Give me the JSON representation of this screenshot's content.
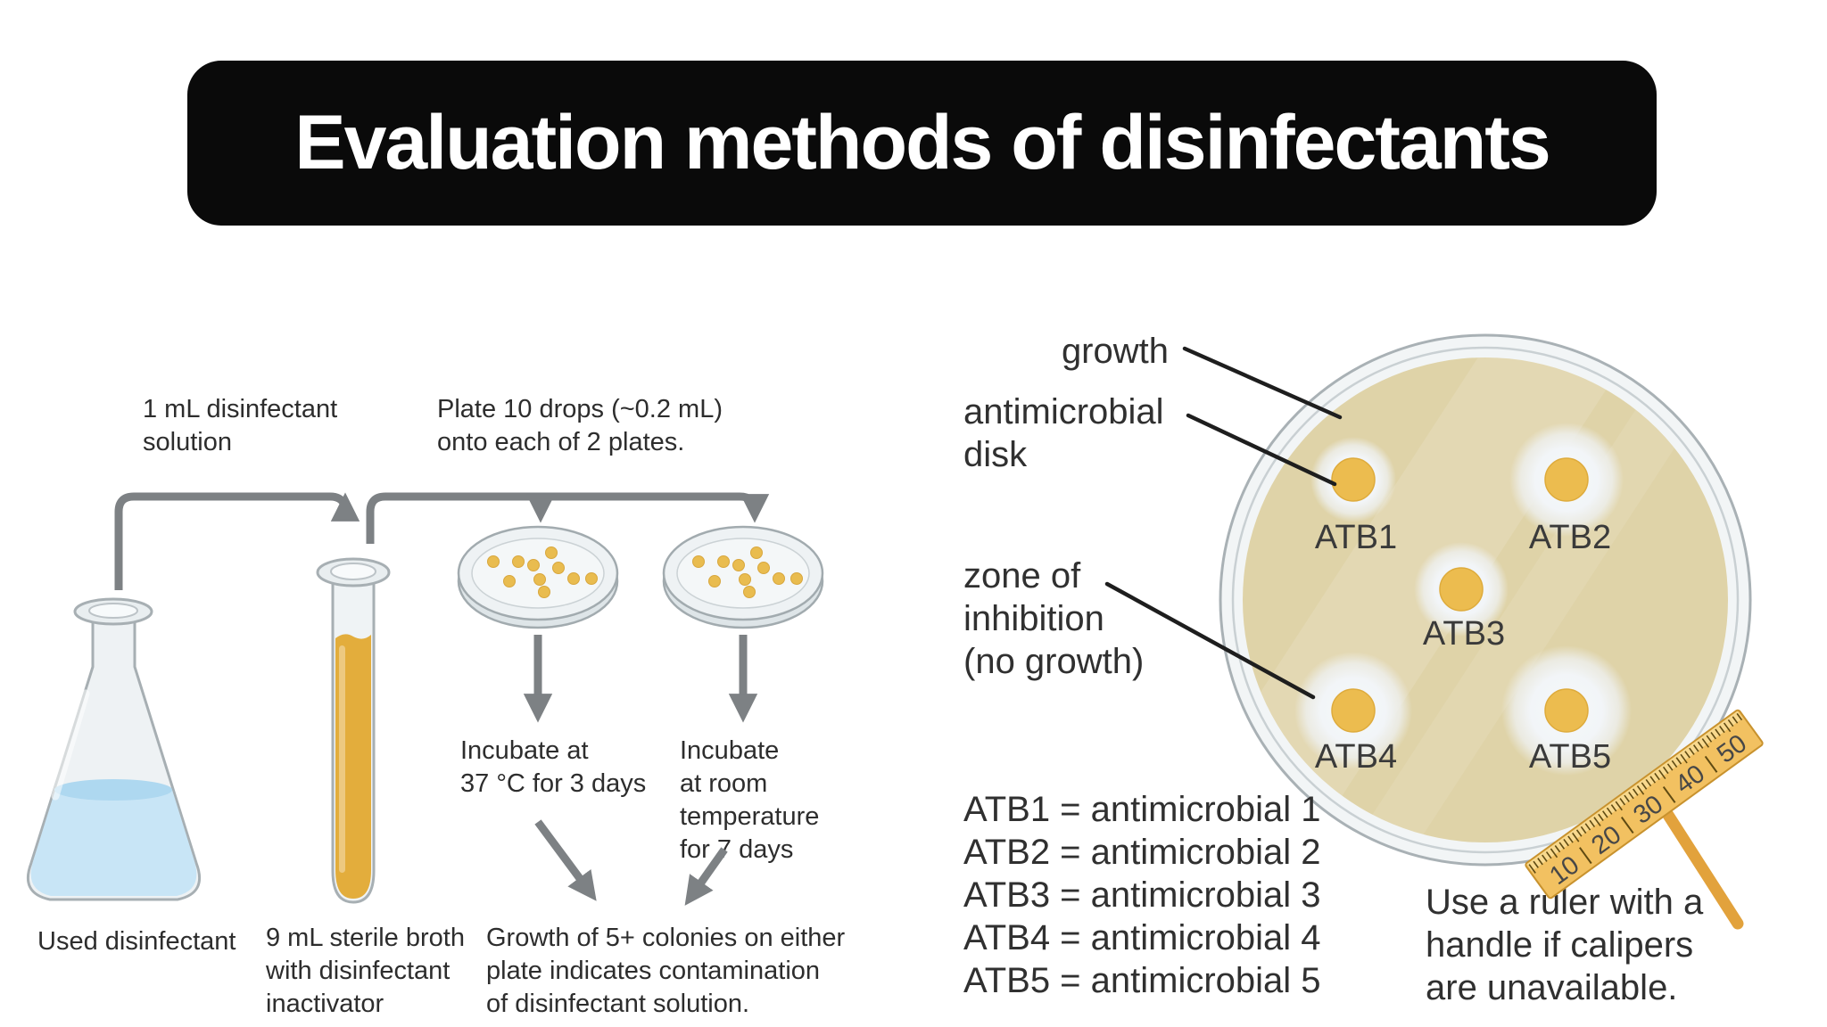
{
  "title": "Evaluation methods of disinfectants",
  "colors": {
    "title_bg": "#0a0a0a",
    "title_text": "#ffffff",
    "arrow_gray": "#7d8184",
    "callout_black": "#1e1e1e",
    "agar_tan": "#dfd3a8",
    "inhibition_zone": "#f3f6f9",
    "antimicrobial_disk": "#ecbc4f",
    "colony_yellow": "#e9bc4f",
    "broth_amber": "#e3ad3c",
    "disinfectant_blue": "#c8e5f6",
    "glass_gray": "#a7afb3",
    "ruler_orange": "#f2c161"
  },
  "use_dilution_test": {
    "disinfectant_transfer_label": "1 mL disinfectant\nsolution",
    "plate_drops_label": "Plate 10 drops (~0.2 mL)\nonto each of 2 plates.",
    "flask_caption": "Used disinfectant",
    "tube_caption": "9 mL sterile broth\nwith disinfectant\ninactivator",
    "incubation_plate1": "Incubate at\n37 °C for 3 days",
    "incubation_plate2": "Incubate\nat room\ntemperature\nfor 7 days",
    "result_caption": "Growth of 5+ colonies on either\nplate indicates contamination\nof disinfectant solution."
  },
  "disk_diffusion_test": {
    "callout_growth": "growth",
    "callout_disk": "antimicrobial\ndisk",
    "callout_zone": "zone of\ninhibition\n(no growth)",
    "disks": [
      {
        "label": "ATB1"
      },
      {
        "label": "ATB2"
      },
      {
        "label": "ATB3"
      },
      {
        "label": "ATB4"
      },
      {
        "label": "ATB5"
      }
    ],
    "legend": [
      "ATB1 = antimicrobial 1",
      "ATB2 = antimicrobial 2",
      "ATB3 = antimicrobial 3",
      "ATB4 = antimicrobial 4",
      "ATB5 = antimicrobial 5"
    ],
    "ruler_numbers": [
      "10",
      "20",
      "30",
      "40",
      "50"
    ],
    "ruler_caption": "Use a ruler with a\nhandle if calipers\nare unavailable."
  }
}
